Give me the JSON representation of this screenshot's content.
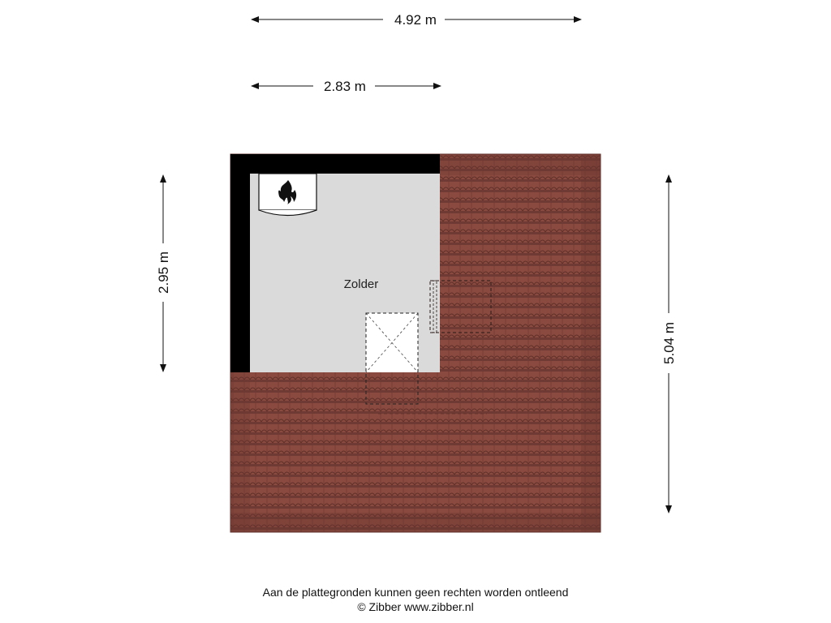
{
  "dimensions": {
    "top_total": "4.92 m",
    "top_partial": "2.83 m",
    "left_height": "2.95 m",
    "right_height": "5.04 m"
  },
  "room": {
    "label": "Zolder"
  },
  "icons": {
    "heater": "flame-icon"
  },
  "colors": {
    "roof_tile": "#8a4a40",
    "roof_tile_line": "#5e2f28",
    "floor": "#dadada",
    "wall": "#000000"
  },
  "footer": {
    "disclaimer": "Aan de plattegronden kunnen geen rechten worden ontleend",
    "copyright": "© Zibber www.zibber.nl"
  }
}
